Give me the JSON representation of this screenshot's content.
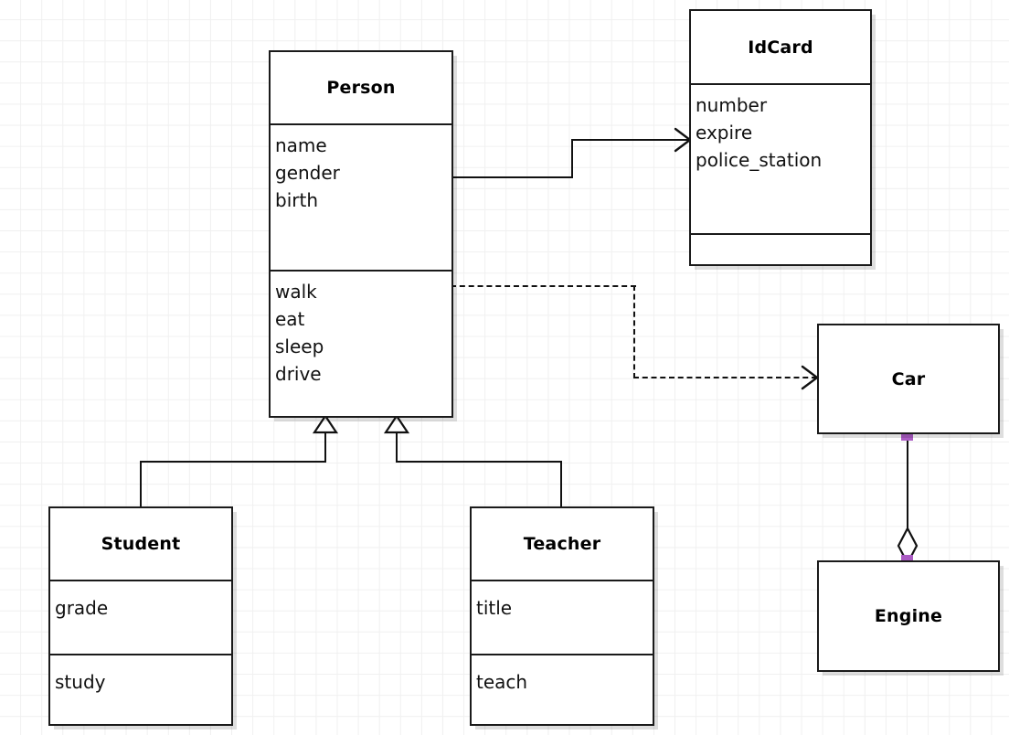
{
  "diagram": {
    "type": "uml-class-diagram",
    "background": "#ffffff",
    "grid_color": "#f0f0f0",
    "line_color": "#111111",
    "port_color": "#ab5cc4"
  },
  "classes": [
    {
      "id": "person",
      "name": "Person",
      "attributes": [
        "name",
        "gender",
        "birth"
      ],
      "methods": [
        "walk",
        "eat",
        "sleep",
        "drive"
      ]
    },
    {
      "id": "idcard",
      "name": "IdCard",
      "attributes": [
        "number",
        "expire",
        "police_station"
      ],
      "methods": []
    },
    {
      "id": "student",
      "name": "Student",
      "attributes": [
        "grade"
      ],
      "methods": [
        "study"
      ]
    },
    {
      "id": "teacher",
      "name": "Teacher",
      "attributes": [
        "title"
      ],
      "methods": [
        "teach"
      ]
    },
    {
      "id": "car",
      "name": "Car",
      "attributes": [],
      "methods": []
    },
    {
      "id": "engine",
      "name": "Engine",
      "attributes": [],
      "methods": []
    }
  ],
  "relations": [
    {
      "id": "person-idcard",
      "kind": "association",
      "from": "Person",
      "to": "IdCard",
      "style": "solid",
      "arrow": "open-arrow"
    },
    {
      "id": "person-car",
      "kind": "dependency",
      "from": "Person",
      "to": "Car",
      "style": "dashed",
      "arrow": "open-arrow"
    },
    {
      "id": "student-person",
      "kind": "generalization",
      "from": "Student",
      "to": "Person",
      "style": "solid",
      "arrow": "hollow-triangle"
    },
    {
      "id": "teacher-person",
      "kind": "generalization",
      "from": "Teacher",
      "to": "Person",
      "style": "solid",
      "arrow": "hollow-triangle"
    },
    {
      "id": "car-engine",
      "kind": "aggregation",
      "from": "Car",
      "to": "Engine",
      "style": "solid",
      "arrow": "hollow-diamond"
    }
  ]
}
